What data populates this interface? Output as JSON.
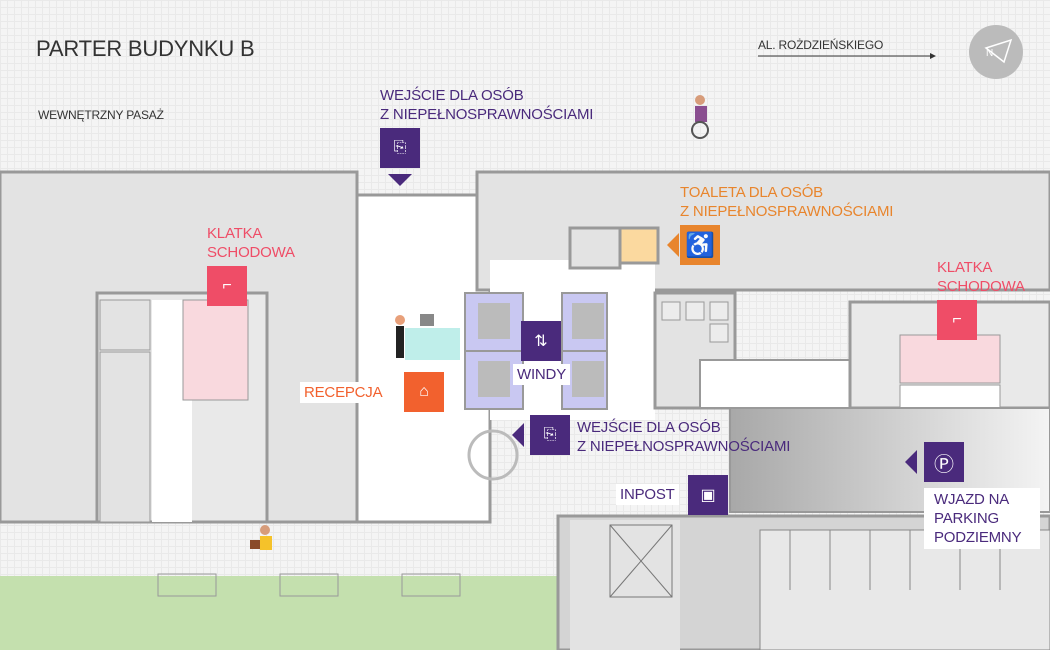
{
  "title": "PARTER BUDYNKU B",
  "street": "AL. ROŻDZIEŃSKIEGO",
  "passage": "WEWNĘTRZNY PASAŻ",
  "compass_letter": "N",
  "labels": {
    "entrance_top_1": "WEJŚCIE DLA OSÓB",
    "entrance_top_2": "Z NIEPEŁNOSPRAWNOŚCIAMI",
    "toilet_1": "TOALETA DLA OSÓB",
    "toilet_2": "Z NIEPEŁNOSPRAWNOŚCIAMI",
    "stairs_left_1": "KLATKA",
    "stairs_left_2": "SCHODOWA",
    "stairs_right_1": "KLATKA",
    "stairs_right_2": "SCHODOWA",
    "reception": "RECEPCJA",
    "elevators": "WINDY",
    "entrance_mid_1": "WEJŚCIE DLA OSÓB",
    "entrance_mid_2": "Z NIEPEŁNOSPRAWNOŚCIAMI",
    "inpost": "INPOST",
    "parking_1": "WJAZD NA",
    "parking_2": "PARKING",
    "parking_3": "PODZIEMNY"
  },
  "colors": {
    "purple": "#4a2a7c",
    "orange": "#e8852d",
    "red": "#ef4d67",
    "reception": "#f2612e",
    "elevator": "#c9c8f2",
    "stairs": "#f9d9de"
  }
}
